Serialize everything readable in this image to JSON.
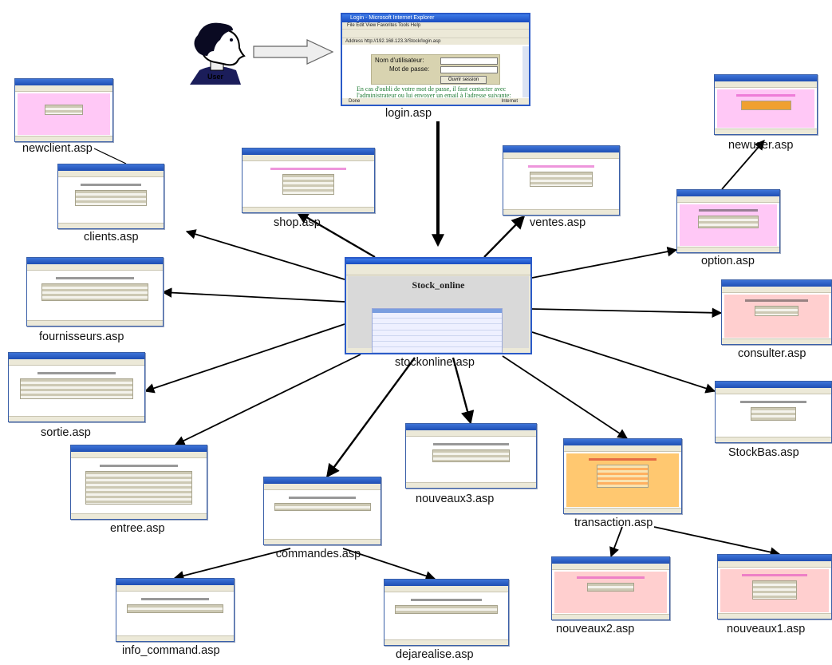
{
  "user": {
    "label": "User"
  },
  "login": {
    "title": "Login - Microsoft Internet Explorer",
    "menu": "File   Edit   View   Favorites   Tools   Help",
    "address": "Address  http://192.168.123.3/Stock/login.asp",
    "username_label": "Nom d'utilisateur:",
    "password_label": "Mot de passe:",
    "button": "Ouvrir session",
    "note": "En cas d'oubli de votre mot de passe, il faut contacter avec l'administrateur ou lui envoyer un email à l'adresse suivante:",
    "status_left": "Done",
    "status_right": "Internet"
  },
  "main": {
    "title": "Stock_online"
  },
  "pages": [
    {
      "id": "login",
      "label": "login.asp"
    },
    {
      "id": "stockonline",
      "label": "stockonline.asp"
    },
    {
      "id": "newclient",
      "label": "newclient.asp"
    },
    {
      "id": "clients",
      "label": "clients.asp"
    },
    {
      "id": "shop",
      "label": "shop.asp"
    },
    {
      "id": "ventes",
      "label": "ventes.asp"
    },
    {
      "id": "newuser",
      "label": "newuser.asp"
    },
    {
      "id": "option",
      "label": "option.asp"
    },
    {
      "id": "fournisseurs",
      "label": "fournisseurs.asp"
    },
    {
      "id": "consulter",
      "label": "consulter.asp"
    },
    {
      "id": "sortie",
      "label": "sortie.asp"
    },
    {
      "id": "stockbas",
      "label": "StockBas.asp"
    },
    {
      "id": "nouveaux3",
      "label": "nouveaux3.asp"
    },
    {
      "id": "entree",
      "label": "entree.asp"
    },
    {
      "id": "transaction",
      "label": "transaction.asp"
    },
    {
      "id": "commandes",
      "label": "commandes.asp"
    },
    {
      "id": "info_command",
      "label": "info_command.asp"
    },
    {
      "id": "dejarealise",
      "label": "dejarealise.asp"
    },
    {
      "id": "nouveaux2",
      "label": "nouveaux2.asp"
    },
    {
      "id": "nouveaux1",
      "label": "nouveaux1.asp"
    }
  ],
  "edges": [
    {
      "from": "user",
      "to": "login",
      "style": "block-arrow"
    },
    {
      "from": "login",
      "to": "stockonline",
      "style": "thick"
    },
    {
      "from": "stockonline",
      "to": "clients"
    },
    {
      "from": "clients",
      "to": "newclient",
      "style": "plain"
    },
    {
      "from": "stockonline",
      "to": "shop"
    },
    {
      "from": "stockonline",
      "to": "ventes"
    },
    {
      "from": "stockonline",
      "to": "option"
    },
    {
      "from": "option",
      "to": "newuser"
    },
    {
      "from": "stockonline",
      "to": "fournisseurs"
    },
    {
      "from": "stockonline",
      "to": "consulter"
    },
    {
      "from": "stockonline",
      "to": "sortie"
    },
    {
      "from": "stockonline",
      "to": "stockbas"
    },
    {
      "from": "stockonline",
      "to": "nouveaux3"
    },
    {
      "from": "stockonline",
      "to": "entree"
    },
    {
      "from": "stockonline",
      "to": "transaction"
    },
    {
      "from": "stockonline",
      "to": "commandes"
    },
    {
      "from": "commandes",
      "to": "info_command"
    },
    {
      "from": "commandes",
      "to": "dejarealise"
    },
    {
      "from": "transaction",
      "to": "nouveaux2"
    },
    {
      "from": "transaction",
      "to": "nouveaux1"
    }
  ]
}
